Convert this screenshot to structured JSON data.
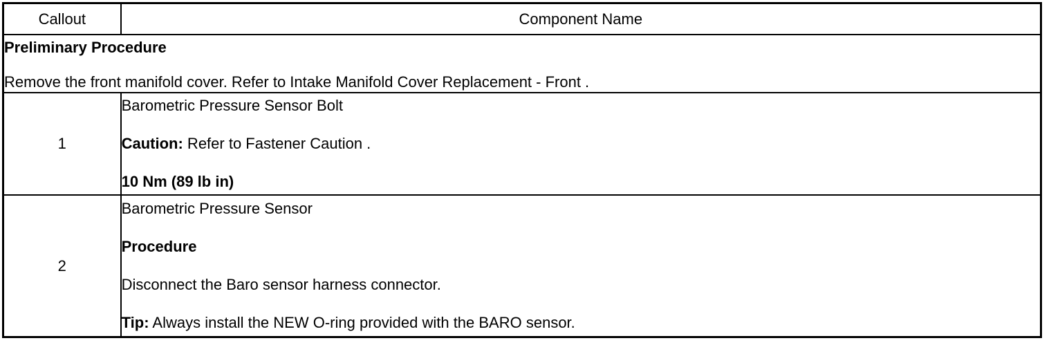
{
  "table": {
    "headers": {
      "callout": "Callout",
      "component_name": "Component Name"
    },
    "preliminary": {
      "title": "Preliminary Procedure",
      "body": "Remove the front manifold cover. Refer to Intake Manifold Cover Replacement - Front ."
    },
    "rows": [
      {
        "callout": "1",
        "lines": [
          {
            "text": "Barometric Pressure Sensor Bolt",
            "bold_prefix": "",
            "style": "regular"
          },
          {
            "bold_prefix": "Caution:",
            "text": " Refer to Fastener Caution .",
            "style": "mixed"
          },
          {
            "text": "10 Nm (89 lb in)",
            "bold_prefix": "",
            "style": "bold"
          }
        ]
      },
      {
        "callout": "2",
        "lines": [
          {
            "text": "Barometric Pressure Sensor",
            "bold_prefix": "",
            "style": "regular"
          },
          {
            "text": "Procedure",
            "bold_prefix": "",
            "style": "bold"
          },
          {
            "text": "Disconnect the Baro sensor harness connector.",
            "bold_prefix": "",
            "style": "regular"
          },
          {
            "bold_prefix": "Tip:",
            "text": " Always install the NEW O-ring provided with the BARO sensor.",
            "style": "mixed"
          }
        ]
      }
    ]
  },
  "colors": {
    "border": "#000000",
    "text": "#000000",
    "background": "#ffffff"
  }
}
